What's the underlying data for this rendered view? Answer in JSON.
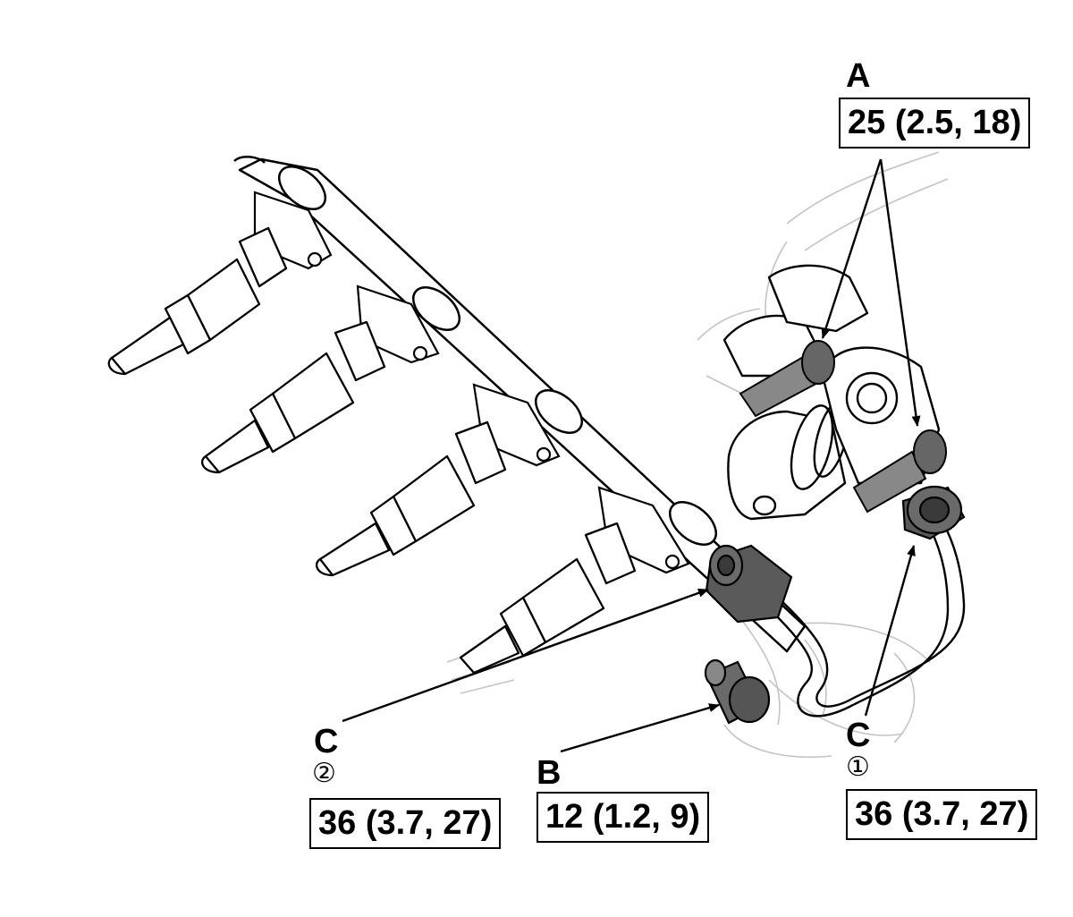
{
  "callouts": {
    "A": {
      "letter": "A",
      "torque": "25 (2.5, 18)"
    },
    "B": {
      "letter": "B",
      "torque": "12 (1.2, 9)"
    },
    "C1": {
      "letter": "C",
      "index": "①",
      "torque": "36 (3.7, 27)"
    },
    "C2": {
      "letter": "C",
      "index": "②",
      "torque": "36 (3.7, 27)"
    }
  },
  "colors": {
    "line": "#000000",
    "part_fill": "#ffffff",
    "part_gray": "#bbbbbb",
    "nut_dark": "#4a4a4a"
  },
  "icons": [
    "fuel-rail",
    "fuel-injector",
    "high-pressure-pump",
    "fuel-pipe",
    "flare-nut",
    "bolt"
  ]
}
